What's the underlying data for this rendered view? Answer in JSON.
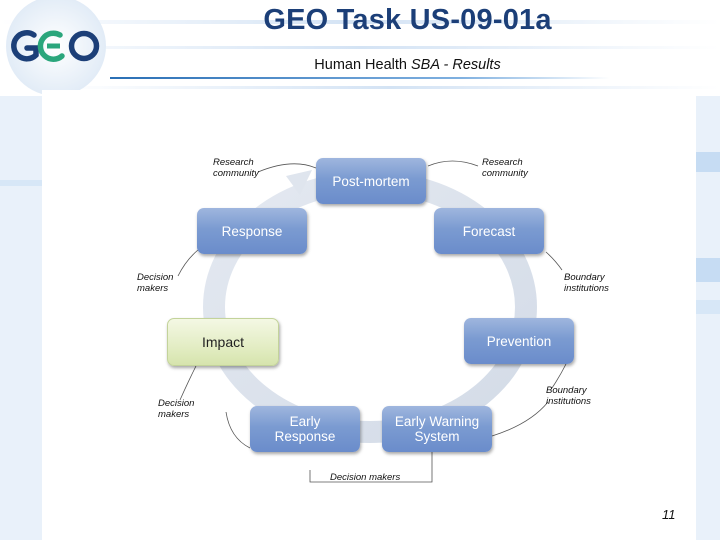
{
  "header": {
    "title": "GEO Task US-09-01a",
    "subtitle_prefix": "Human Health ",
    "subtitle_italic": "SBA - Results"
  },
  "logo": {
    "text": "GEO",
    "colors": [
      "#1c3f78",
      "#2aa67c"
    ]
  },
  "diagram": {
    "boxes": [
      {
        "key": "post_mortem",
        "label": "Post-mortem"
      },
      {
        "key": "forecast",
        "label": "Forecast"
      },
      {
        "key": "prevention",
        "label": "Prevention"
      },
      {
        "key": "early_warning",
        "label": "Early Warning\nSystem"
      },
      {
        "key": "early_response",
        "label": "Early\nResponse"
      },
      {
        "key": "impact",
        "label": "Impact"
      },
      {
        "key": "response",
        "label": "Response"
      }
    ],
    "annotations": [
      {
        "key": "research_left",
        "label": "Research\ncommunity"
      },
      {
        "key": "research_right",
        "label": "Research\ncommunity"
      },
      {
        "key": "decision_left_upper",
        "label": "Decision\nmakers"
      },
      {
        "key": "boundary_upper",
        "label": "Boundary\ninstitutions"
      },
      {
        "key": "decision_left_lower",
        "label": "Decision\nmakers"
      },
      {
        "key": "boundary_lower",
        "label": "Boundary\ninstitutions"
      },
      {
        "key": "decision_bottom",
        "label": "Decision makers"
      }
    ],
    "colors": {
      "box": "#7b9bd1",
      "impact": "#e3edc4",
      "cycle": "#dfe5ee"
    }
  },
  "page_number": "11"
}
